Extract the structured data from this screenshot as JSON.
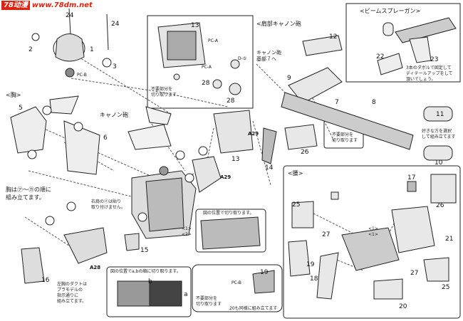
{
  "watermark": {
    "badge": "78动漫",
    "url": "www.78dm.net"
  },
  "sections": {
    "chest": "<胸>",
    "shoulder_cannon": "<肩部キャノン砲",
    "beam_spray_gun": "<ビームスプレーガン>",
    "waist": "<腰>"
  },
  "labels": {
    "cannon": "キャノン砲",
    "cannon_base": "キャノン砲\n基部７へ",
    "pc_a": "PC-A",
    "pc_b": "PC-B",
    "d_marker": "D-⑤"
  },
  "part_numbers": [
    "24",
    "24",
    "1",
    "2",
    "3",
    "5",
    "6",
    "7",
    "8",
    "9",
    "10",
    "11",
    "12",
    "13",
    "13",
    "14",
    "15",
    "16",
    "17",
    "18",
    "19",
    "19",
    "20",
    "21",
    "22",
    "23",
    "25",
    "25",
    "26",
    "26",
    "27",
    "27",
    "28",
    "28"
  ],
  "notes": {
    "chest_order": "胸は㋐～㋕の順に\n組み立てます。",
    "not_needed_cut": "不要部分を\n切り取ります",
    "not_needed_cut2": "不要部分を\n切り取ります",
    "not_needed_cut3": "不要部分を\n切り取ります",
    "right_shoulder": "右肩の㋑は貼り\n取り付けません。",
    "cut_at_fig": "図の位置で切り取ります。",
    "cut_ab": "図の位置でa,bの順に切り取ります。",
    "left_duct": "左胸のダクトは\nプラモデルの\n指示通りに\n組み立てます。",
    "like_choice": "好きな方を選択\nして組み立てます",
    "gun_note": "3本のダボルで固定して\nディテールアップをして\n頂いでしょう。",
    "twenty_assembly": "20も同様に組み立てます"
  },
  "markers": {
    "a29_1": "A29",
    "a29_2": "A29",
    "a28": "A28",
    "b": "b",
    "a": "a",
    "ratio1": "<1>\n<2>",
    "ratio2": "<1>\n<1>"
  }
}
